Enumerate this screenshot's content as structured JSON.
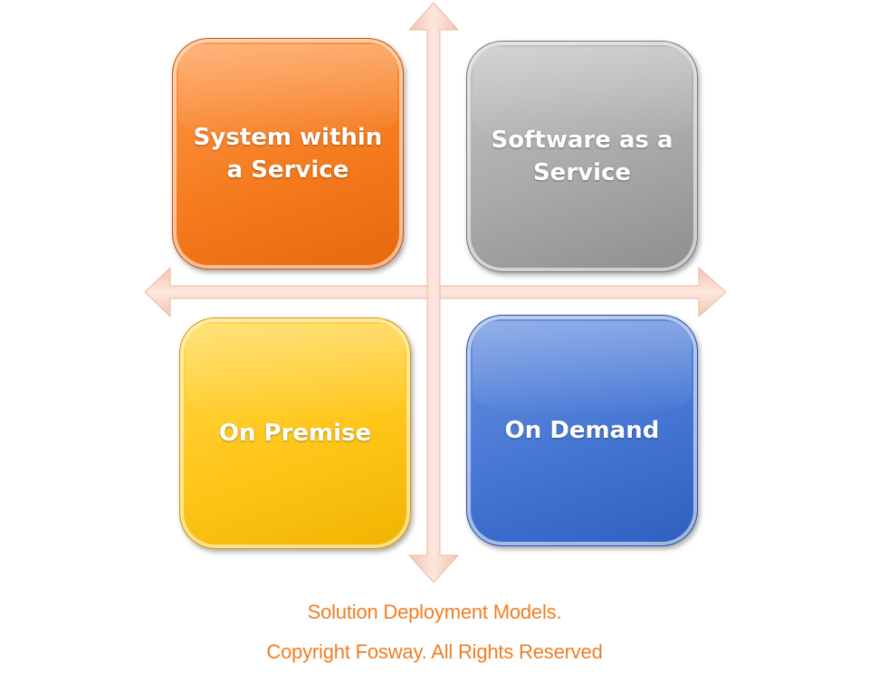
{
  "diagram": {
    "quadrants": {
      "top_left": {
        "label": "System within a Service",
        "color": "#f57c1f"
      },
      "top_right": {
        "label": "Software as a Service",
        "color": "#a9a9a9"
      },
      "bottom_left": {
        "label": "On Premise",
        "color": "#ffc61a"
      },
      "bottom_right": {
        "label": "On Demand",
        "color": "#4576d4"
      }
    },
    "axis_color": "#f8d6c8"
  },
  "caption": {
    "line1": "Solution Deployment Models.",
    "line2": "Copyright Fosway. All Rights Reserved",
    "color": "#f07d22"
  }
}
